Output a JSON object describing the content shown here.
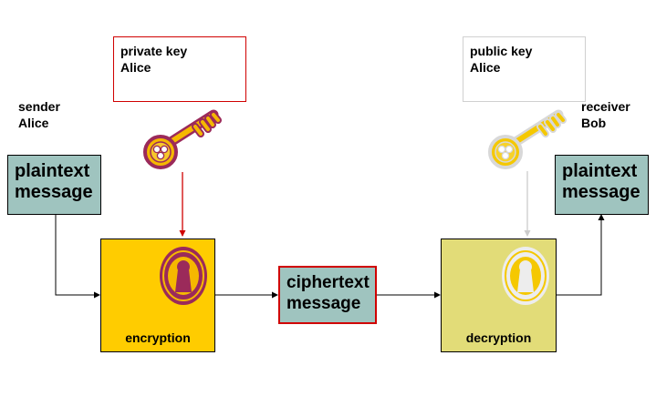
{
  "sender": {
    "line1": "sender",
    "line2": "Alice"
  },
  "receiver": {
    "line1": "receiver",
    "line2": "Bob"
  },
  "private_key": {
    "line1": "private key",
    "line2": "Alice"
  },
  "public_key": {
    "line1": "public key",
    "line2": "Alice"
  },
  "plaintext_left": {
    "line1": "plaintext",
    "line2": "message"
  },
  "plaintext_right": {
    "line1": "plaintext",
    "line2": "message"
  },
  "ciphertext": {
    "line1": "ciphertext",
    "line2": "message"
  },
  "encryption": {
    "label": "encryption"
  },
  "decryption": {
    "label": "decryption"
  },
  "icons": {
    "private_key": "key-icon",
    "public_key": "key-icon",
    "encryption_lock": "keyhole-lock-icon",
    "decryption_lock": "keyhole-lock-icon"
  },
  "colors": {
    "encryption_fill": "#ffcc00",
    "decryption_fill": "#e2dc78",
    "message_fill": "#9fc4bf",
    "private_key_gold": "#f5b800",
    "private_key_outline": "#9b2a5a",
    "public_key_gold": "#f5c800",
    "public_key_outline": "#d8d8d8",
    "red_line": "#d00000",
    "gray_line": "#cccccc"
  }
}
